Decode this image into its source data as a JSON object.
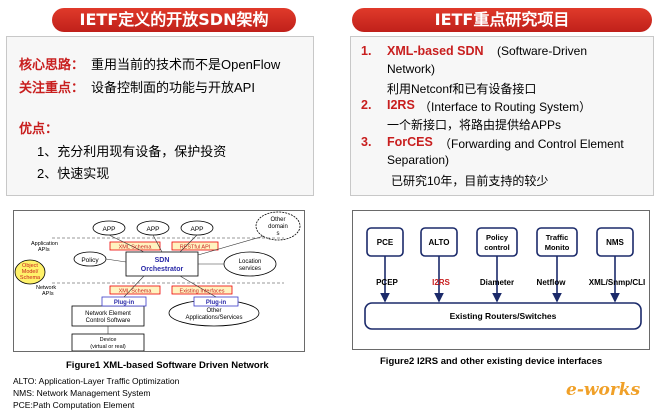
{
  "left": {
    "title": "IETF定义的开放SDN架构",
    "idea_label": "核心思路：",
    "idea_text": "重用当前的技术而不是OpenFlow",
    "focus_label": "关注重点：",
    "focus_text": "设备控制面的功能与开放API",
    "adv_label": "优点：",
    "adv_items": [
      "1、充分利用现有设备，保护投资",
      "2、快速实现"
    ]
  },
  "right": {
    "title": "IETF重点研究项目",
    "items": [
      {
        "num": "1.",
        "name": "XML-based SDN",
        "desc": " (Software-Driven",
        "line2": "Network)",
        "line3": "利用Netconf和已有设备接口"
      },
      {
        "num": "2.",
        "name": "I2RS",
        "desc": "（Interface to Routing System）",
        "line2": "一个新接口，将路由提供给APPs"
      },
      {
        "num": "3.",
        "name": "ForCES",
        "desc": "（Forwarding and Control Element",
        "line2": "Separation)",
        "line3": "已研究10年，目前支持的较少"
      }
    ]
  },
  "fig1": {
    "app": "APP",
    "other_domains": [
      "Other",
      "domain",
      "s"
    ],
    "app_apis": [
      "Application",
      "APIs"
    ],
    "xml_schema": "XML Schema",
    "restful_api": "RESTful API",
    "obj_model": [
      "Object",
      "Model/",
      "Schema"
    ],
    "policy": "Policy",
    "sdn": "SDN",
    "orchestrator": "Orchestrator",
    "location": [
      "Location",
      "services"
    ],
    "network_apis": [
      "Network",
      "APIs"
    ],
    "existing_interfaces": "Existing Interfaces",
    "plugin": "Plug-in",
    "nec": [
      "Network Element",
      "Control Software"
    ],
    "other_apps": [
      "Other",
      "Applications/Services"
    ],
    "device": [
      "Device",
      "(virtual or real)"
    ],
    "caption": "Figure1  XML-based Software Driven Network"
  },
  "fig2": {
    "boxes": [
      [
        "PCE"
      ],
      [
        "ALTO"
      ],
      [
        "Policy",
        "control"
      ],
      [
        "Traffic",
        "Monito"
      ],
      [
        "NMS"
      ]
    ],
    "labels": [
      "PCEP",
      "I2RS",
      "Diameter",
      "Netflow",
      "XML/Snmp/CLI"
    ],
    "routers": "Existing Routers/Switches",
    "caption": "Figure2 I2RS and other existing device interfaces"
  },
  "abbr": [
    "ALTO: Application-Layer Traffic Optimization",
    "NMS: Network Management System",
    "PCE:Path Computation Element"
  ],
  "watermark": "e-works",
  "colors": {
    "banner": "#d22a1e",
    "accent_red": "#c81e1e",
    "navy": "#1b2a6a"
  }
}
